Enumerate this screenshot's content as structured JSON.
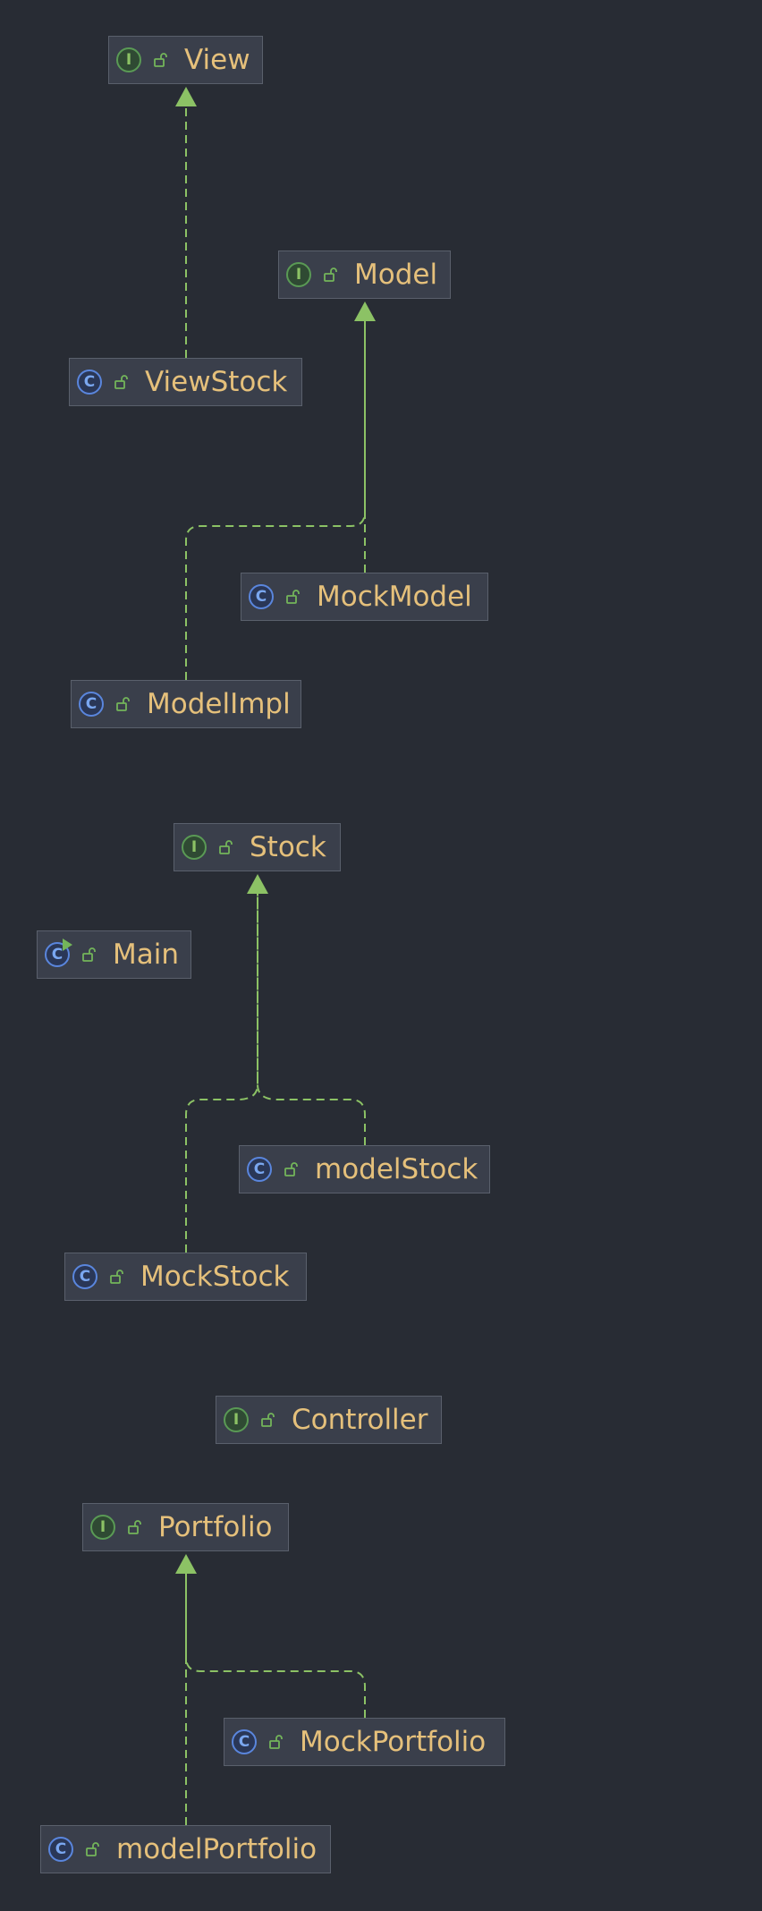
{
  "diagram": {
    "nodes": [
      {
        "id": "view",
        "label": "View",
        "kind": "interface",
        "badge": "I"
      },
      {
        "id": "model",
        "label": "Model",
        "kind": "interface",
        "badge": "I"
      },
      {
        "id": "viewstock",
        "label": "ViewStock",
        "kind": "class",
        "badge": "C"
      },
      {
        "id": "mockmodel",
        "label": "MockModel",
        "kind": "class",
        "badge": "C"
      },
      {
        "id": "modelimpl",
        "label": "ModelImpl",
        "kind": "class",
        "badge": "C"
      },
      {
        "id": "stock",
        "label": "Stock",
        "kind": "interface",
        "badge": "I"
      },
      {
        "id": "main",
        "label": "Main",
        "kind": "main",
        "badge": "C"
      },
      {
        "id": "modelstock",
        "label": "modelStock",
        "kind": "class",
        "badge": "C"
      },
      {
        "id": "mockstock",
        "label": "MockStock",
        "kind": "class",
        "badge": "C"
      },
      {
        "id": "controller",
        "label": "Controller",
        "kind": "interface",
        "badge": "I"
      },
      {
        "id": "portfolio",
        "label": "Portfolio",
        "kind": "interface",
        "badge": "I"
      },
      {
        "id": "mockportfolio",
        "label": "MockPortfolio",
        "kind": "class",
        "badge": "C"
      },
      {
        "id": "modelportfolio",
        "label": "modelPortfolio",
        "kind": "class",
        "badge": "C"
      }
    ],
    "edges": [
      {
        "from": "viewstock",
        "to": "view",
        "type": "implements"
      },
      {
        "from": "mockmodel",
        "to": "model",
        "type": "implements"
      },
      {
        "from": "modelimpl",
        "to": "model",
        "type": "implements"
      },
      {
        "from": "modelstock",
        "to": "stock",
        "type": "implements"
      },
      {
        "from": "mockstock",
        "to": "stock",
        "type": "implements"
      },
      {
        "from": "mockportfolio",
        "to": "portfolio",
        "type": "implements"
      },
      {
        "from": "modelportfolio",
        "to": "portfolio",
        "type": "implements"
      }
    ],
    "colors": {
      "background": "#282c34",
      "node_fill": "#3a3f4b",
      "node_border": "#5a606c",
      "label": "#e5c07b",
      "edge": "#8cc265",
      "interface_badge": "#5a9a55",
      "class_badge": "#5a86dd"
    }
  }
}
